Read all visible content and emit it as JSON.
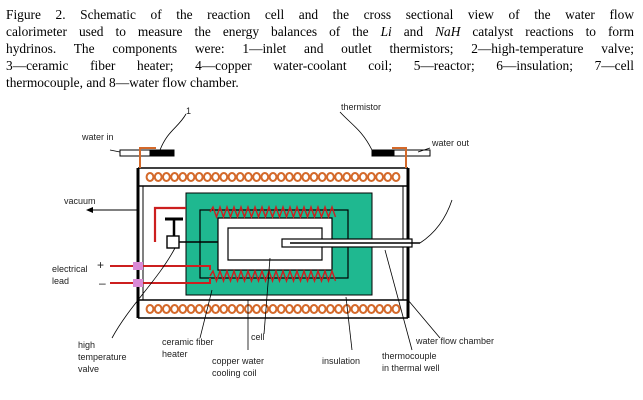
{
  "caption": {
    "line1": "Figure 2.  Schematic of the reaction cell and the cross sectional view of the water flow",
    "line2a": "calorimeter used to measure the energy balances of the ",
    "li": "Li",
    "line2b": " and ",
    "nah": "NaH",
    "line2c": " catalyst reactions to form",
    "line3": "hydrinos.  The components were: 1—inlet and outlet thermistors; 2—high-temperature valve;",
    "line4": "3—ceramic fiber heater; 4—copper water-coolant coil; 5—reactor; 6—insulation; 7—cell",
    "line5": "thermocouple, and 8—water flow chamber."
  },
  "labels": {
    "thermistor": "thermistor",
    "one": "1",
    "water_in": "water in",
    "water_out": "water out",
    "vacuum": "vacuum",
    "electrical": "electrical",
    "lead": "lead",
    "plus": "+",
    "minus": "–",
    "high": "high",
    "temperature": "temperature",
    "valve": "valve",
    "ceramic_fiber": "ceramic fiber",
    "heater": "heater",
    "cell": "cell",
    "copper_water": "copper water",
    "cooling_coil": "cooling coil",
    "insulation": "insulation",
    "thermocouple": "thermocouple",
    "in_thermal_well": "in thermal well",
    "water_flow_chamber": "water flow chamber"
  },
  "colors": {
    "coil": "#d4692a",
    "insulation": "#1fb890",
    "heater": "#cc1f1f",
    "wire": "#cc1f1f",
    "lead_connector": "#d98ad6",
    "vessel": "#000000"
  }
}
